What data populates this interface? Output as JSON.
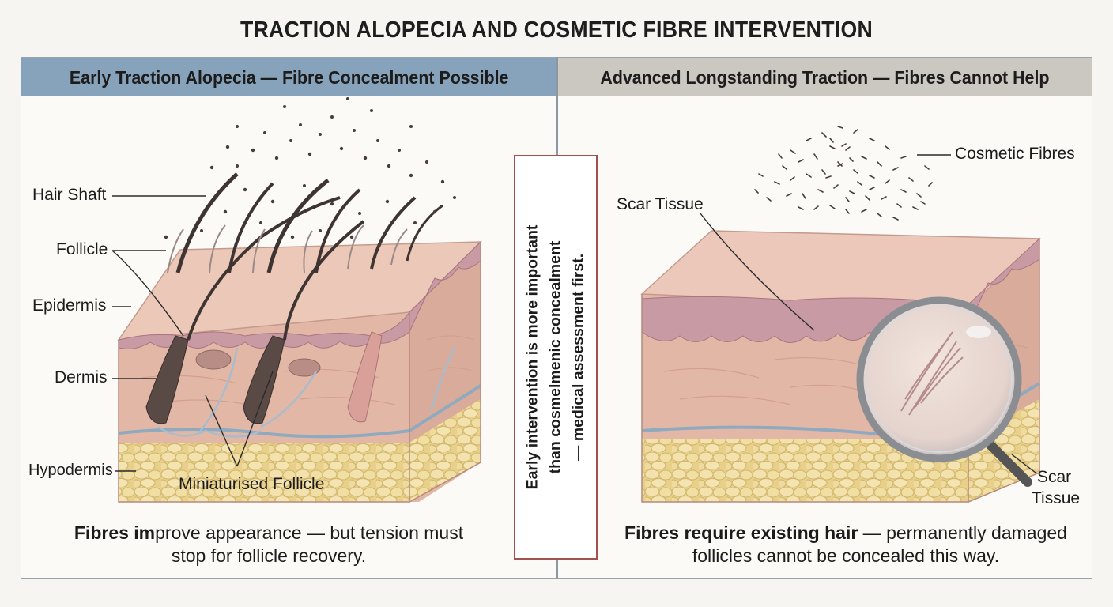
{
  "title": "TRACTION ALOPECIA AND COSMETIC FIBRE INTERVENTION",
  "panels": {
    "left": {
      "header": "Early Traction Alopecia — Fibre Concealment Possible",
      "labels": {
        "hair_shaft": "Hair Shaft",
        "follicle": "Follicle",
        "epidermis": "Epidermis",
        "dermis": "Dermis",
        "hypodermis": "Hypodermis",
        "miniaturised_follicle": "Miniaturised Follicle"
      },
      "caption": {
        "bold": "Fibres im",
        "rest": "prove appearance — but tension must",
        "line2": "stop for follicle recovery."
      }
    },
    "right": {
      "header": "Advanced Longstanding Traction — Fibres Cannot Help",
      "labels": {
        "cosmetic_fibres": "Cosmetic Fibres",
        "scar_tissue_top": "Scar Tissue",
        "scar_tissue_zoom_1": "Scar",
        "scar_tissue_zoom_2": "Tissue"
      },
      "caption": {
        "bold": "Fibres require existing hair",
        "rest": " — permanently damaged",
        "line2": "follicles cannot be concealed this way."
      }
    }
  },
  "center_note": {
    "line1": "Early intervention is more important",
    "line2": "than cosmelmenic concealment",
    "line3": "— medical  assessment first."
  },
  "colors": {
    "left_header": "#87a3bb",
    "right_header": "#cbc8c2",
    "note_border": "#a35050",
    "skin": "#e9c3b4",
    "epidermis": "#c99aa3",
    "fat": "#ecd898"
  }
}
